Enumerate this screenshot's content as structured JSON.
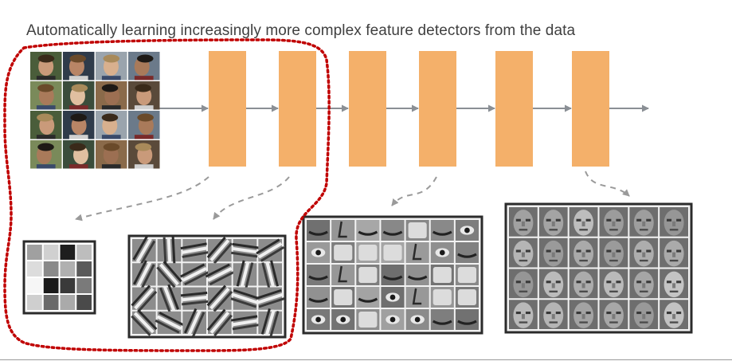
{
  "slide": {
    "title": "Automatically learning increasingly more complex feature detectors from the data"
  },
  "colors": {
    "layer_fill": "#f4b06a",
    "arrow": "#8a8f95",
    "dashed_arrow": "#9a9a9a",
    "highlight_dotted": "#c00000",
    "panel_border": "#2b2b2b",
    "title_text": "#404040"
  },
  "diagram": {
    "layer_count": 6,
    "input": {
      "kind": "face-photo-grid",
      "rows": 4,
      "cols": 4
    },
    "feature_panels": [
      {
        "kind": "pixel-filters",
        "rows": 4,
        "cols": 4
      },
      {
        "kind": "edge-detectors",
        "rows": 4,
        "cols": 6
      },
      {
        "kind": "face-part-detectors",
        "rows": 5,
        "cols": 7
      },
      {
        "kind": "whole-face-detectors",
        "rows": 4,
        "cols": 6
      }
    ]
  }
}
